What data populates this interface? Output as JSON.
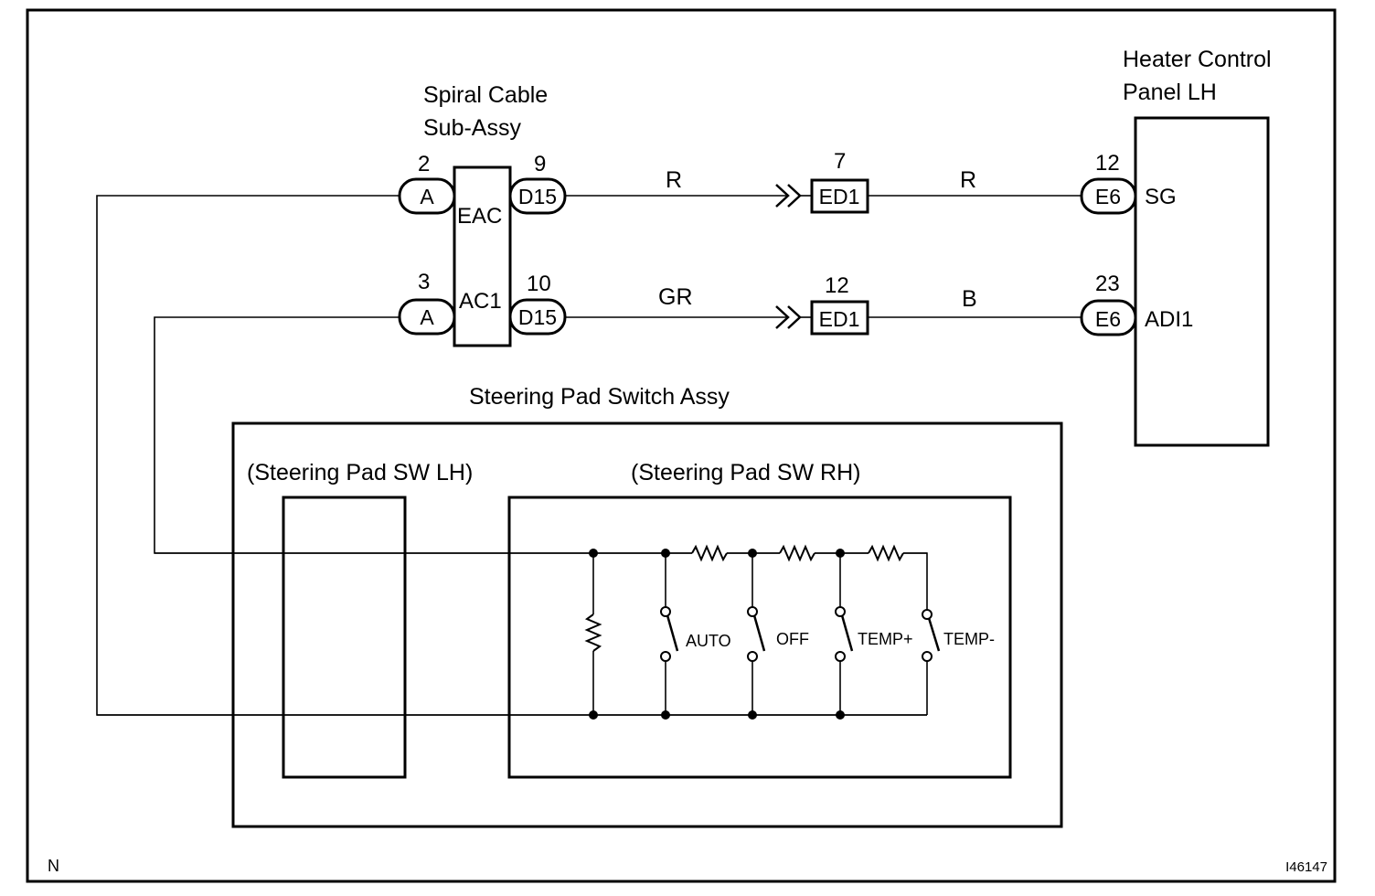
{
  "components": {
    "spiral_cable": {
      "line1": "Spiral Cable",
      "line2": "Sub-Assy",
      "terminals": [
        "EAC",
        "AC1"
      ]
    },
    "heater_panel": {
      "line1": "Heater  Control",
      "line2": "Panel LH",
      "terminals": [
        "SG",
        "ADI1"
      ]
    },
    "steering_assy": {
      "label": "Steering Pad Switch Assy"
    },
    "sw_lh": {
      "label": "(Steering Pad SW LH)"
    },
    "sw_rh": {
      "label": "(Steering Pad SW RH)"
    }
  },
  "wires": [
    {
      "left_pin": "2",
      "left_conn": "A",
      "mid_pin": "9",
      "mid_conn": "D15",
      "color1": "R",
      "junction_pin": "7",
      "junction_conn": "ED1",
      "color2": "R",
      "end_pin": "12",
      "end_conn": "E6"
    },
    {
      "left_pin": "3",
      "left_conn": "A",
      "mid_pin": "10",
      "mid_conn": "D15",
      "color1": "GR",
      "junction_pin": "12",
      "junction_conn": "ED1",
      "color2": "B",
      "end_pin": "23",
      "end_conn": "E6"
    }
  ],
  "switches": [
    "AUTO",
    "OFF",
    "TEMP+",
    "TEMP-"
  ],
  "footer": {
    "left": "N",
    "right": "I46147"
  }
}
